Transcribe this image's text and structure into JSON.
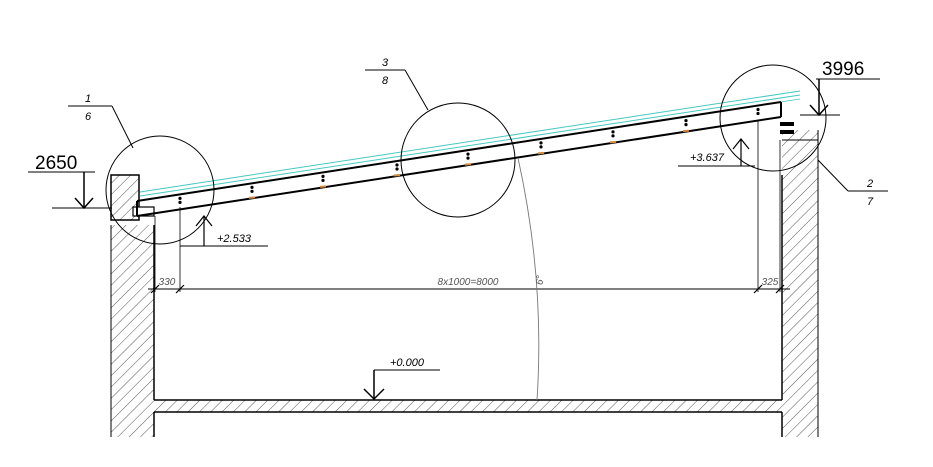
{
  "levels": {
    "left_top": "2650",
    "right_top": "3996",
    "left_support": "+2.533",
    "right_support": "+3.637",
    "floor": "+0.000"
  },
  "callouts": [
    {
      "num": "1",
      "sheet": "6"
    },
    {
      "num": "2",
      "sheet": "7"
    },
    {
      "num": "3",
      "sheet": "8"
    }
  ],
  "dimensions": {
    "left": "330",
    "main": "8x1000=8000",
    "right": "325",
    "slope": "6°"
  },
  "colors": {
    "line": "#000000",
    "insulation": "#46c9c0",
    "detail_mark": "#d4883a",
    "dimension_text": "#555555"
  }
}
